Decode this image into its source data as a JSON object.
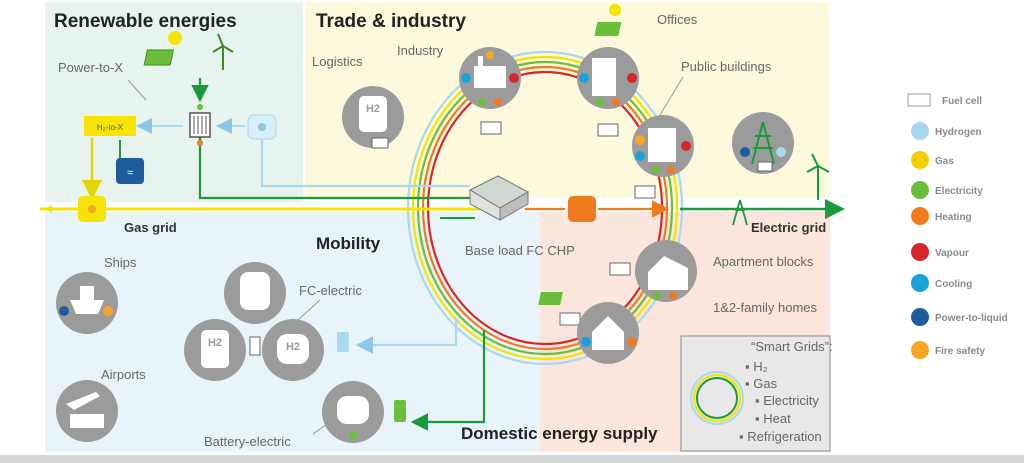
{
  "zones": {
    "renewable": "Renewable energies",
    "trade": "Trade & industry",
    "mobility": "Mobility",
    "domestic": "Domestic energy supply"
  },
  "labels": {
    "power_to_x": "Power-to-X",
    "h2_to_x": "H₂-to-X",
    "gas_grid": "Gas grid",
    "electric_grid": "Electric grid",
    "logistics": "Logistics",
    "industry": "Industry",
    "offices": "Offices",
    "public_buildings": "Public buildings",
    "base_load": "Base load FC CHP",
    "apartment_blocks": "Apartment blocks",
    "family_homes": "1&2-family homes",
    "ships": "Ships",
    "fc_electric": "FC-electric",
    "airports": "Airports",
    "battery_electric": "Battery-electric",
    "h2_badge": "H2"
  },
  "smart_grids": {
    "title": "“Smart Grids”:",
    "items": [
      "H₂",
      "Gas",
      "Electricity",
      "Heat",
      "Refrigeration"
    ]
  },
  "legend": [
    {
      "icon": "fuel-cell-icon",
      "label": "Fuel cell",
      "color": "#9a9a9a"
    },
    {
      "icon": "hydrogen-icon",
      "label": "Hydrogen",
      "color": "#a9d8ef"
    },
    {
      "icon": "gas-icon",
      "label": "Gas",
      "color": "#f5d000"
    },
    {
      "icon": "electricity-icon",
      "label": "Electricity",
      "color": "#6abf3a"
    },
    {
      "icon": "heating-icon",
      "label": "Heating",
      "color": "#f07b1e"
    },
    {
      "icon": "vapour-icon",
      "label": "Vapour",
      "color": "#d6262b"
    },
    {
      "icon": "cooling-icon",
      "label": "Cooling",
      "color": "#1aa3d9"
    },
    {
      "icon": "power-to-liquid-icon",
      "label": "Power-to-liquid",
      "color": "#1f5c9e"
    },
    {
      "icon": "fire-safety-icon",
      "label": "Fire safety",
      "color": "#f6a623"
    }
  ],
  "colors": {
    "gas": "#f5e400",
    "electric": "#1a9a3a",
    "hydrogen": "#a9d8ef",
    "heat": "#f07b1e",
    "vapour": "#d6262b",
    "node": "#9b9b9b"
  }
}
